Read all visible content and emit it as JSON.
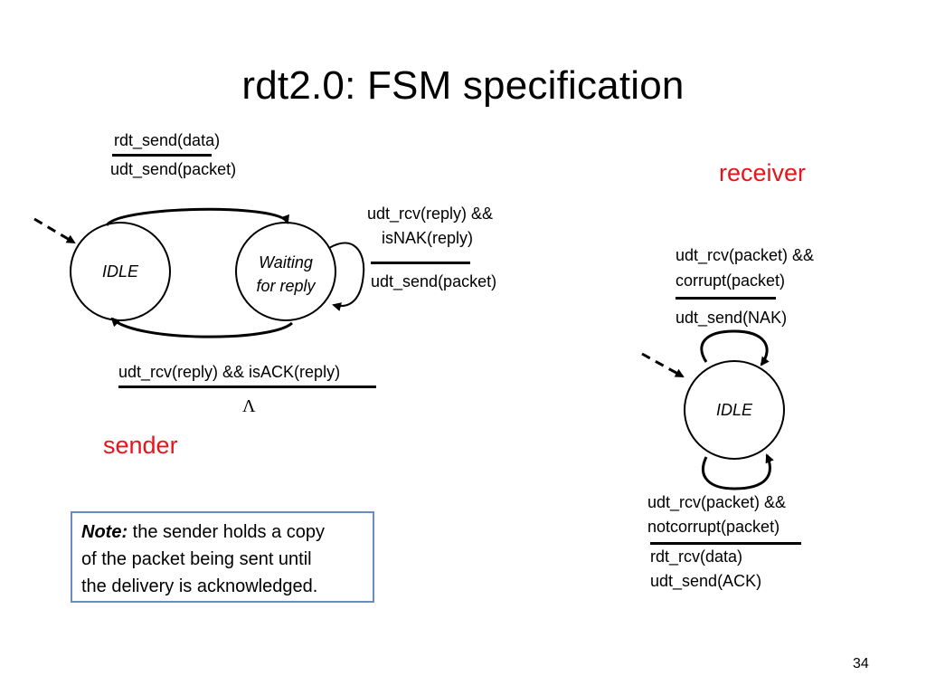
{
  "slide": {
    "title": "rdt2.0: FSM specification",
    "page_number": "34"
  },
  "sender": {
    "label": "sender",
    "label_color": "#e8141c",
    "states": {
      "idle": "IDLE",
      "waiting_line1": "Waiting",
      "waiting_line2": "for reply"
    },
    "transitions": {
      "idle_to_waiting": {
        "event": "rdt_send(data)",
        "action": "udt_send(packet)"
      },
      "waiting_self_nak": {
        "event_line1": "udt_rcv(reply) &&",
        "event_line2": "isNAK(reply)",
        "action": "udt_send(packet)"
      },
      "waiting_to_idle": {
        "event": "udt_rcv(reply) && isACK(reply)",
        "action": "Λ"
      }
    }
  },
  "receiver": {
    "label": "receiver",
    "label_color": "#e8141c",
    "states": {
      "idle": "IDLE"
    },
    "transitions": {
      "corrupt_self": {
        "event_line1": "udt_rcv(packet) &&",
        "event_line2": "corrupt(packet)",
        "action": "udt_send(NAK)"
      },
      "notcorrupt_self": {
        "event_line1": "udt_rcv(packet) &&",
        "event_line2": "notcorrupt(packet)",
        "action_line1": "rdt_rcv(data)",
        "action_line2": "udt_send(ACK)"
      }
    }
  },
  "note": {
    "label": "Note:",
    "text_line1": " the sender holds a copy",
    "text_line2": "of the packet being sent until",
    "text_line3": "the delivery is acknowledged.",
    "border_color": "#6b8cc0"
  }
}
